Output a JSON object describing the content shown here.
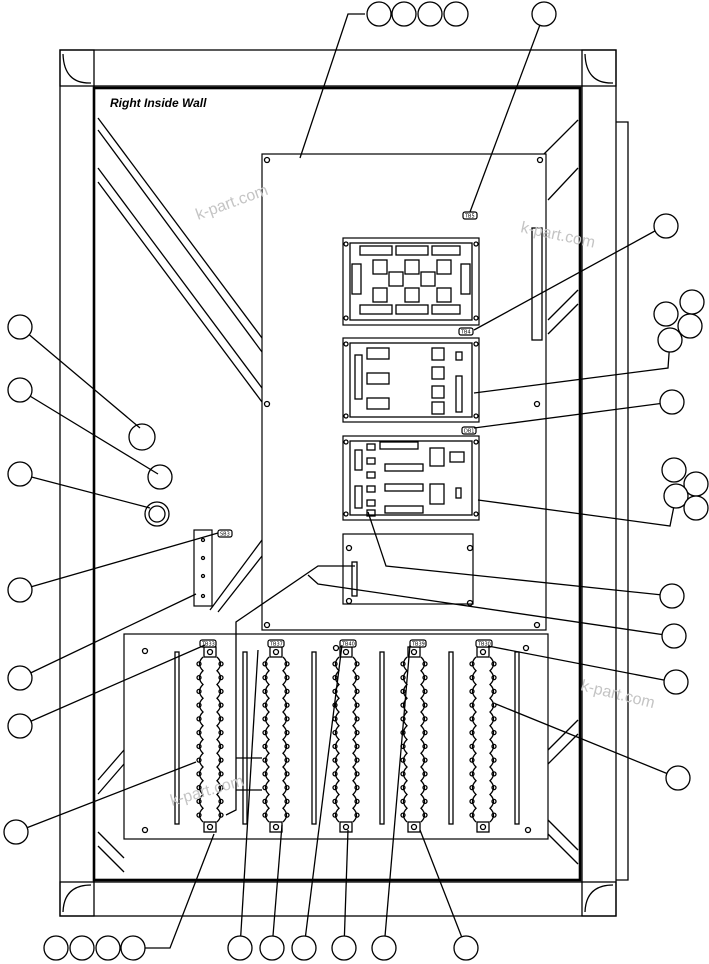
{
  "diagram": {
    "title": "Right Inside Wall",
    "watermark": "k-part.com",
    "component_tags": {
      "mount_plate_tag": "TB5",
      "relay_board": "TB4",
      "control_board": "DB1",
      "terminal_block_1": "TB33",
      "terminal_block_2": "TB37",
      "terminal_block_3": "TB40",
      "terminal_block_4": "TB39",
      "terminal_block_5": "TB30",
      "side_bracket": "SB3"
    }
  }
}
